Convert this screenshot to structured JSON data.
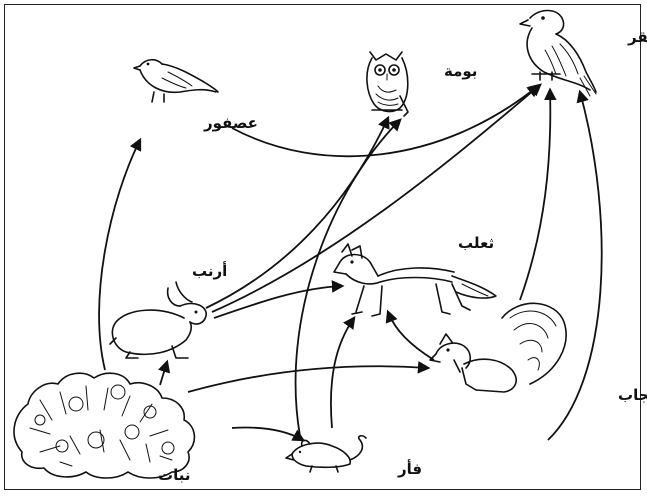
{
  "organisms": {
    "hawk": "صقر",
    "owl": "بومة",
    "sparrow": "عصفور",
    "fox": "ثعلب",
    "rabbit": "أرنب",
    "squirrel": "سنجاب",
    "plant": "نبات",
    "mouse": "فأر"
  },
  "links": [
    {
      "from": "plant",
      "to": "sparrow"
    },
    {
      "from": "plant",
      "to": "rabbit"
    },
    {
      "from": "plant",
      "to": "squirrel"
    },
    {
      "from": "plant",
      "to": "mouse"
    },
    {
      "from": "sparrow",
      "to": "hawk"
    },
    {
      "from": "rabbit",
      "to": "owl"
    },
    {
      "from": "rabbit",
      "to": "hawk"
    },
    {
      "from": "rabbit",
      "to": "fox"
    },
    {
      "from": "mouse",
      "to": "owl"
    },
    {
      "from": "mouse",
      "to": "fox"
    },
    {
      "from": "squirrel",
      "to": "hawk"
    },
    {
      "from": "squirrel",
      "to": "fox"
    }
  ]
}
